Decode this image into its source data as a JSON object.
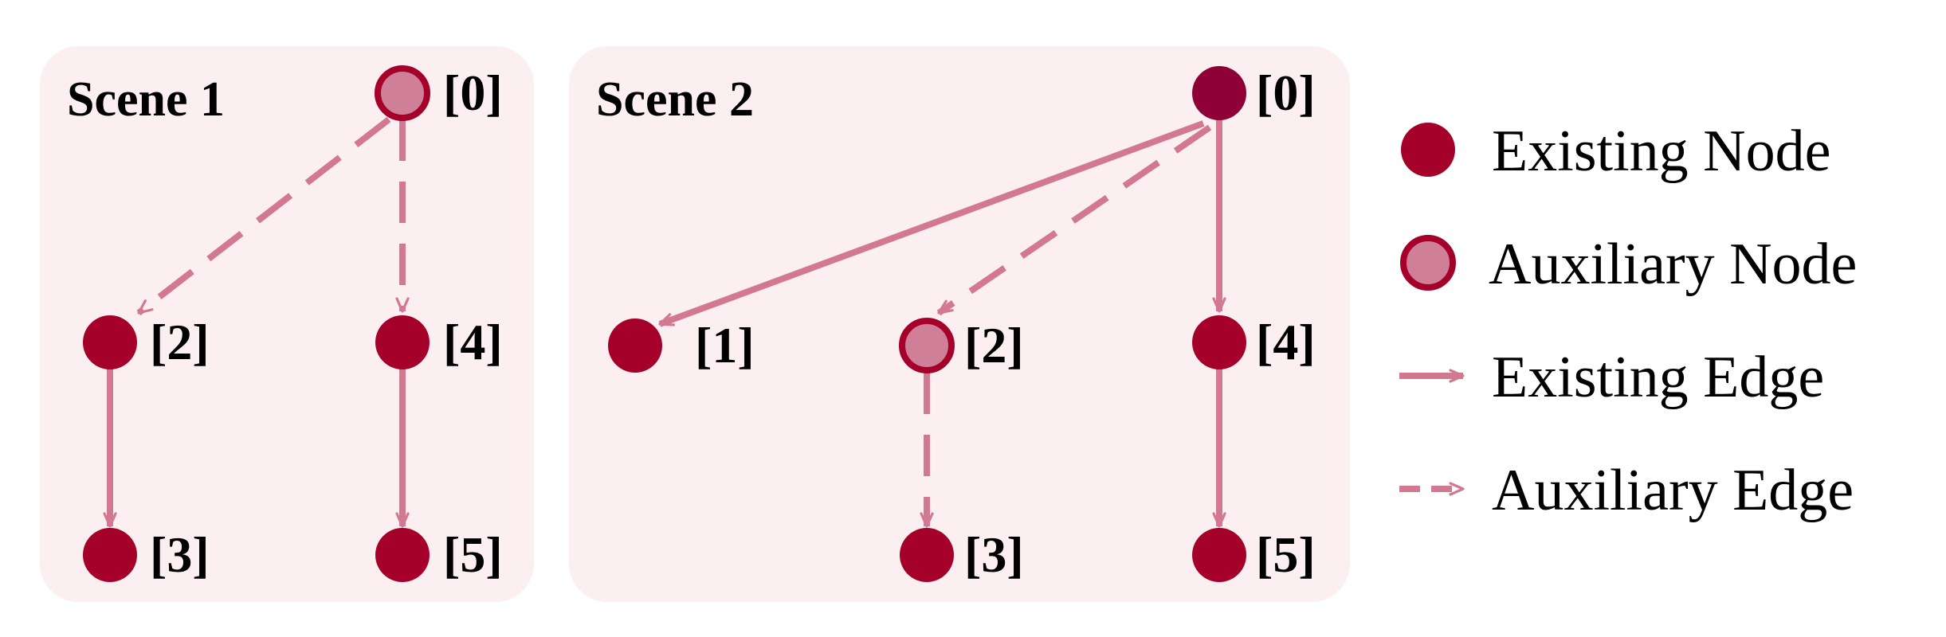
{
  "colors": {
    "panel_bg": "#fbeff1",
    "existing_node": "#a5002a",
    "root_node": "#8f0036",
    "auxiliary_fill": "#cf7f97",
    "auxiliary_border": "#a5002a",
    "edge": "#d27890"
  },
  "scenes": [
    {
      "title": "Scene 1",
      "nodes": [
        {
          "label": "[0]",
          "type": "auxiliary"
        },
        {
          "label": "[2]",
          "type": "existing"
        },
        {
          "label": "[4]",
          "type": "existing"
        },
        {
          "label": "[3]",
          "type": "existing"
        },
        {
          "label": "[5]",
          "type": "existing"
        }
      ],
      "edges": [
        {
          "from": "[0]",
          "to": "[2]",
          "type": "auxiliary"
        },
        {
          "from": "[0]",
          "to": "[4]",
          "type": "auxiliary"
        },
        {
          "from": "[2]",
          "to": "[3]",
          "type": "existing"
        },
        {
          "from": "[4]",
          "to": "[5]",
          "type": "existing"
        }
      ]
    },
    {
      "title": "Scene 2",
      "nodes": [
        {
          "label": "[0]",
          "type": "root"
        },
        {
          "label": "[1]",
          "type": "existing"
        },
        {
          "label": "[2]",
          "type": "auxiliary"
        },
        {
          "label": "[4]",
          "type": "existing"
        },
        {
          "label": "[3]",
          "type": "existing"
        },
        {
          "label": "[5]",
          "type": "existing"
        }
      ],
      "edges": [
        {
          "from": "[0]",
          "to": "[1]",
          "type": "existing"
        },
        {
          "from": "[0]",
          "to": "[2]",
          "type": "auxiliary"
        },
        {
          "from": "[0]",
          "to": "[4]",
          "type": "existing"
        },
        {
          "from": "[2]",
          "to": "[3]",
          "type": "auxiliary"
        },
        {
          "from": "[4]",
          "to": "[5]",
          "type": "existing"
        }
      ]
    }
  ],
  "legend": {
    "existing_node": "Existing Node",
    "auxiliary_node": "Auxiliary Node",
    "existing_edge": "Existing Edge",
    "auxiliary_edge": "Auxiliary Edge"
  }
}
